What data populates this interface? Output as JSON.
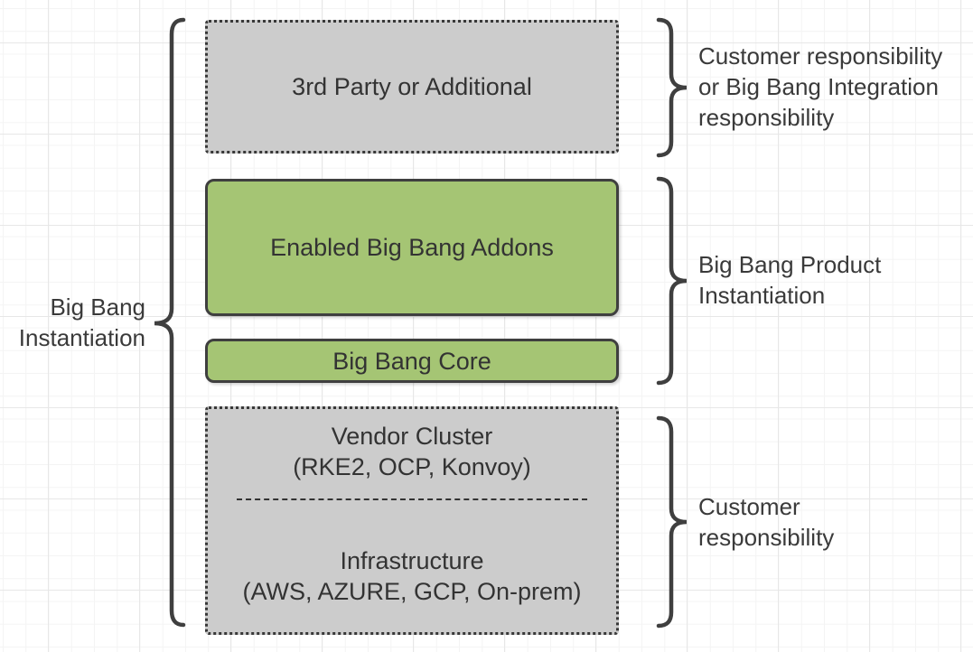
{
  "left_brace_label": {
    "line1": "Big Bang",
    "line2": "Instantiation"
  },
  "boxes": {
    "third_party": {
      "label": "3rd Party or Additional"
    },
    "addons": {
      "label": "Enabled Big Bang Addons"
    },
    "core": {
      "label": "Big Bang Core"
    },
    "platform": {
      "vendor_title": "Vendor Cluster",
      "vendor_detail": "(RKE2, OCP, Konvoy)",
      "infra_title": "Infrastructure",
      "infra_detail": "(AWS, AZURE, GCP, On-prem)"
    }
  },
  "right_labels": {
    "top": {
      "line1": "Customer responsibility",
      "line2": "or Big Bang Integration",
      "line3": "responsibility"
    },
    "middle": {
      "line1": "Big Bang Product",
      "line2": "Instantiation"
    },
    "bottom": {
      "line1": "Customer",
      "line2": "responsibility"
    }
  },
  "colors": {
    "box_green_fill": "#a5c574",
    "box_green_border": "#3f3f3f",
    "box_gray_fill": "#cccccc",
    "box_gray_border": "#383838",
    "brace_stroke": "#3f3f3f",
    "text": "#333333",
    "grid_line": "#e7e7e7",
    "background": "#ffffff"
  }
}
